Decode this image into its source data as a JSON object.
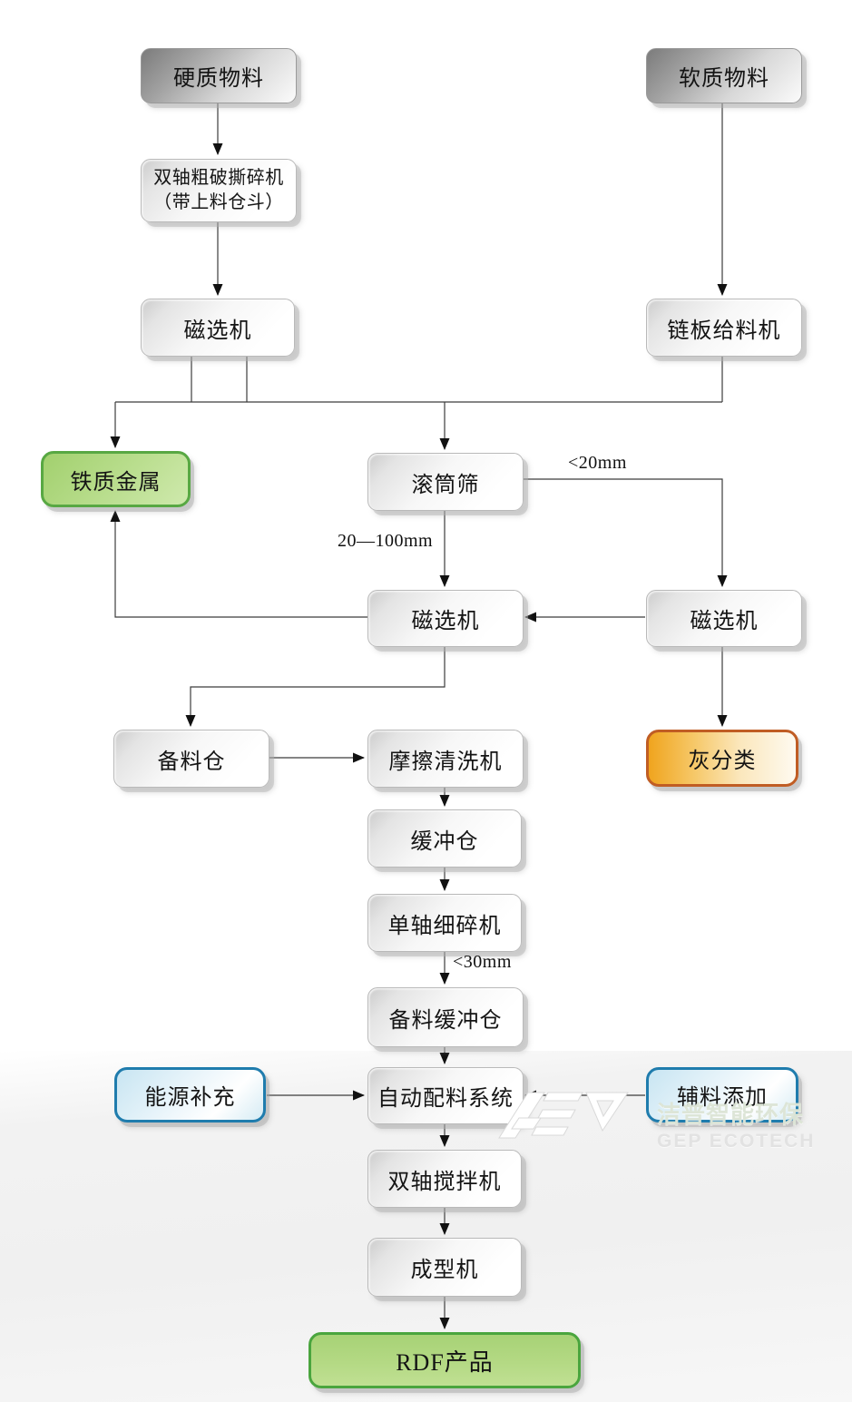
{
  "nodes": {
    "hard_material": {
      "label": "硬质物料"
    },
    "soft_material": {
      "label": "软质物料"
    },
    "coarse_shredder": {
      "label_line1": "双轴粗破撕碎机",
      "label_line2": "（带上料仓斗）"
    },
    "magnetic_separator_1": {
      "label": "磁选机"
    },
    "chain_feeder": {
      "label": "链板给料机"
    },
    "ferrous_metal": {
      "label": "铁质金属"
    },
    "trommel_screen": {
      "label": "滚筒筛"
    },
    "magnetic_separator_2": {
      "label": "磁选机"
    },
    "magnetic_separator_3": {
      "label": "磁选机"
    },
    "stock_bin": {
      "label": "备料仓"
    },
    "friction_washer": {
      "label": "摩擦清洗机"
    },
    "ash_sorting": {
      "label": "灰分类"
    },
    "buffer_bin": {
      "label": "缓冲仓"
    },
    "single_shaft_fine_shredder": {
      "label": "单轴细碎机"
    },
    "stock_buffer_bin": {
      "label": "备料缓冲仓"
    },
    "energy_supplement": {
      "label": "能源补充"
    },
    "auto_batching_system": {
      "label": "自动配料系统"
    },
    "auxiliary_addition": {
      "label": "辅料添加"
    },
    "double_shaft_mixer": {
      "label": "双轴搅拌机"
    },
    "forming_machine": {
      "label": "成型机"
    },
    "rdf_product": {
      "label": "RDF产品"
    }
  },
  "edge_labels": {
    "less_than_20mm": "<20mm",
    "between_20_100mm": "20—100mm",
    "less_than_30mm": "<30mm"
  },
  "watermark": {
    "cn_name": "洁普智能环保",
    "en_name": "GEP ECOTECH"
  },
  "colors": {
    "accent_green": "#58a843",
    "accent_orange": "#c05d24",
    "accent_blue": "#1f7cad",
    "rdf_green": "#4aa53e"
  }
}
